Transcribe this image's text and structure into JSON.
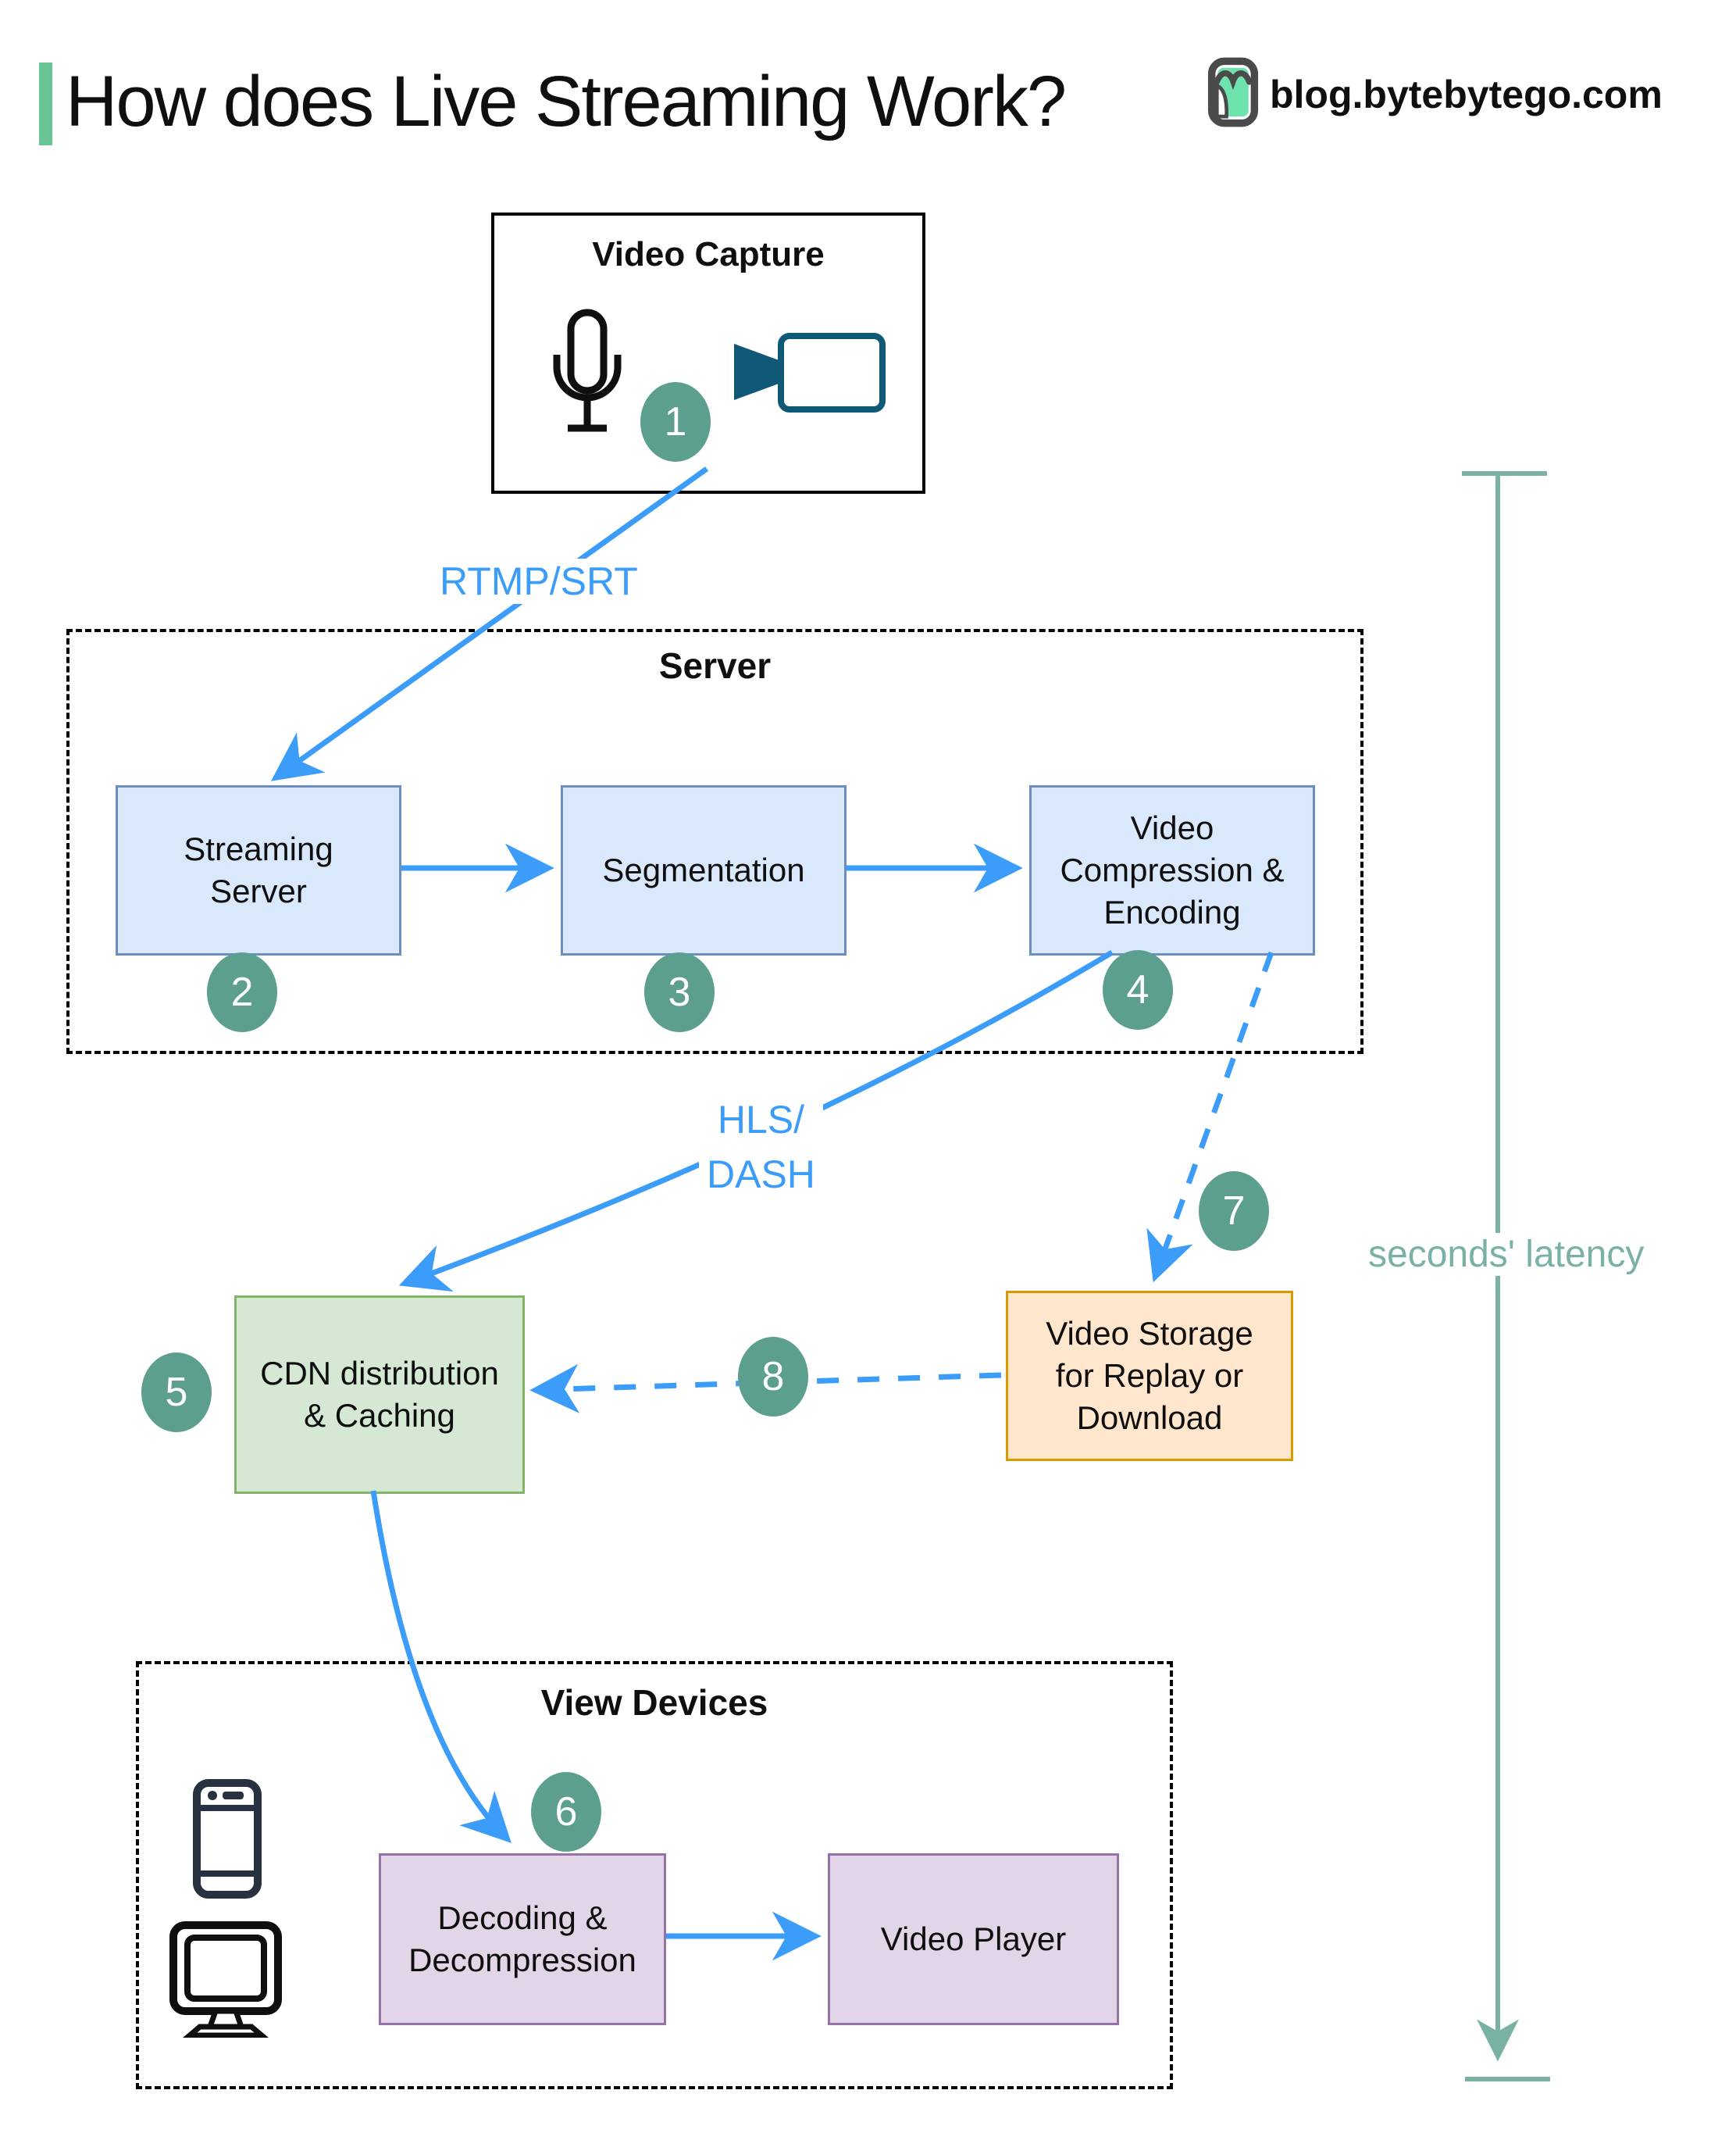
{
  "header": {
    "title": "How does Live Streaming Work?",
    "site": "blog.bytebytego.com"
  },
  "containers": {
    "server": {
      "label": "Server"
    },
    "view_devices": {
      "label": "View Devices"
    }
  },
  "nodes": {
    "video_capture": {
      "label": "Video Capture",
      "icons": [
        "microphone-icon",
        "video-camera-icon"
      ]
    },
    "streaming_server": {
      "lines": [
        "Streaming",
        "Server"
      ]
    },
    "segmentation": {
      "lines": [
        "Segmentation"
      ]
    },
    "video_compression": {
      "lines": [
        "Video",
        "Compression &",
        "Encoding"
      ]
    },
    "cdn": {
      "lines": [
        "CDN distribution",
        "& Caching"
      ]
    },
    "video_storage": {
      "lines": [
        "Video Storage",
        "for Replay or",
        "Download"
      ]
    },
    "decoding": {
      "lines": [
        "Decoding &",
        "Decompression"
      ]
    },
    "video_player": {
      "lines": [
        "Video Player"
      ]
    }
  },
  "labels": {
    "rtmp": "RTMP/SRT",
    "hls": [
      "HLS/",
      "DASH"
    ],
    "latency": "seconds' latency"
  },
  "steps": [
    "1",
    "2",
    "3",
    "4",
    "5",
    "6",
    "7",
    "8"
  ],
  "colors": {
    "arrow_blue": "#3B9CF9",
    "badge_teal": "#5C9F8E",
    "latency_teal": "#79B2A5",
    "accent_green": "#67C694",
    "logo_green": "#6FE3AE",
    "blue_box_fill": "#DAE8FB",
    "blue_box_border": "#6C8EBF",
    "green_box_fill": "#D5E8D4",
    "green_box_border": "#82B366",
    "orange_box_fill": "#FFE6CC",
    "orange_box_border": "#D79B00",
    "purple_box_fill": "#E1D5E7",
    "purple_box_border": "#9673A6",
    "camera_icon_teal": "#0F5876",
    "phone_icon_navy": "#28313F"
  }
}
